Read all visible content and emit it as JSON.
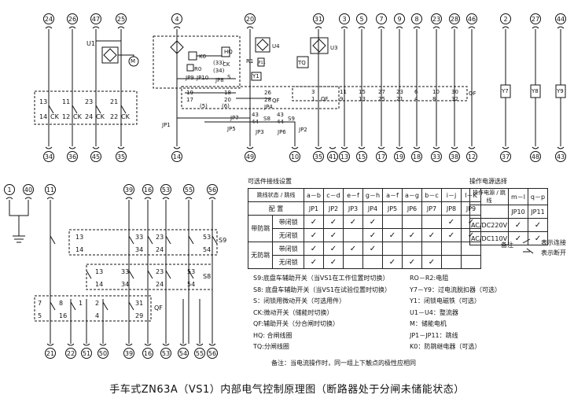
{
  "title": "手车式ZN63A（VS1）内部电气控制原理图（断路器处于分闸未储能状态）",
  "top_terminals": [
    "24",
    "26",
    "47",
    "25",
    "4",
    "20",
    "31",
    "3",
    "5",
    "7",
    "9",
    "8",
    "23",
    "28",
    "46",
    "2",
    "27",
    "44"
  ],
  "bottom_terminals_top_section": [
    "34",
    "36",
    "45",
    "35",
    "14",
    "49",
    "10",
    "35",
    "41",
    "13",
    "15",
    "17",
    "19",
    "18",
    "33",
    "38",
    "12",
    "37",
    "48",
    "43"
  ],
  "top_section_labels": {
    "u1": "U1",
    "m": "M",
    "k0": "K0",
    "r0": "R0",
    "hq": "HQ",
    "ck_34": "CK",
    "s": "S",
    "n34": "(34)",
    "n33": "(33)",
    "jp9": "JP9",
    "jp10": "JP10",
    "jp8": "JP8",
    "r1": "R1",
    "jp11": "JP11",
    "u4": "U4",
    "y1": "Y1",
    "tq": "TQ",
    "u3": "U3",
    "y7": "Y7",
    "y8": "Y8",
    "y9": "Y9",
    "qf": "QF",
    "c13": "13",
    "c14": "14",
    "ck1": "CK",
    "c11": "11",
    "c12": "12",
    "ck2": "CK",
    "c23": "23",
    "c24": "24",
    "ck3": "CK",
    "c21": "21",
    "c22": "22",
    "ck4": "CK",
    "q19": "19",
    "q17": "17",
    "q18": "18",
    "q20": "20",
    "q26": "26",
    "q28": "28",
    "q5": "(5)",
    "q6": "(6)",
    "jp4": "JP4",
    "q43a": "43",
    "q44a": "44",
    "q43b": "43",
    "q44b": "44",
    "s8": "S8",
    "s9": "S9",
    "jp7": "JP7",
    "jp5": "JP5",
    "jp3": "JP3",
    "jp6": "JP6",
    "jp1": "JP1",
    "jp2": "JP2",
    "r3": "3",
    "r1n": "1",
    "r11": "11",
    "r9": "9",
    "r15": "15",
    "r13": "13",
    "r27": "27",
    "r25": "25",
    "r23": "23",
    "r21": "21",
    "r6": "6",
    "r4": "4",
    "r10": "10",
    "r8": "8",
    "r30": "30",
    "r32": "32",
    "qf2": "QF",
    "qf3": "QF"
  },
  "bottom_left_terminals_top": [
    "1",
    "40",
    "11",
    "39",
    "16",
    "53",
    "55",
    "56"
  ],
  "bottom_left_terminals_bottom": [
    "21",
    "22",
    "51",
    "50",
    "39",
    "16",
    "53",
    "54",
    "55",
    "56"
  ],
  "bottom_left_labels": {
    "s9": "S9",
    "s8": "S8",
    "qf": "QF",
    "a13": "13",
    "a14": "14",
    "a33": "33",
    "a34": "34",
    "a23": "23",
    "a24": "24",
    "a53": "53",
    "a54": "54",
    "b13": "13",
    "b14": "14",
    "b33": "33",
    "b34": "34",
    "b23": "23",
    "b24": "24",
    "b53": "53",
    "b54": "54",
    "c7": "7",
    "c5": "5",
    "c2": "2",
    "c4": "4",
    "c31": "31",
    "c29": "29",
    "c8": "8",
    "c16": "16",
    "c1": "1"
  },
  "config_table": {
    "heading": "可选件接线设置",
    "corner_top": "跳线",
    "corner_mid": "跳线状态",
    "corner_bottom": "配  置",
    "groups": [
      "a－b",
      "c－d",
      "e－f",
      "g－h",
      "a－f",
      "a－g",
      "b－c",
      "i－j",
      "l－K"
    ],
    "jumpers": [
      "JP1",
      "JP2",
      "JP3",
      "JP4",
      "JP5",
      "JP6",
      "JP7",
      "JP8",
      "JP9"
    ],
    "rows": [
      {
        "group": "带防跳",
        "config": "带闭锁",
        "marks": [
          "✓",
          "✓",
          "✓",
          "✓",
          "",
          "",
          "",
          "✓",
          "✓"
        ]
      },
      {
        "group": "带防跳",
        "config": "无闭锁",
        "marks": [
          "✓",
          "✓",
          "",
          "✓",
          "✓",
          "✓",
          "✓",
          "✓",
          "✓"
        ]
      },
      {
        "group": "无防跳",
        "config": "带闭锁",
        "marks": [
          "✓",
          "✓",
          "✓",
          "✓",
          "",
          "",
          "",
          "",
          ""
        ]
      },
      {
        "group": "无防跳",
        "config": "无闭锁",
        "marks": [
          "✓",
          "✓",
          "",
          "",
          "✓",
          "✓",
          "✓",
          "",
          ""
        ]
      }
    ]
  },
  "power_table": {
    "heading": "操作电源选择",
    "corner_top": "跳线",
    "corner_bottom": "操作电源",
    "groups": [
      "m－l",
      "q－p"
    ],
    "jumpers": [
      "JP10",
      "JP11"
    ],
    "rows": [
      {
        "label": "AC/DC220V",
        "marks": [
          "✓",
          "✓"
        ]
      },
      {
        "label": "AC/DC110V",
        "marks": [
          "✓",
          "✓"
        ]
      }
    ]
  },
  "notes_legend": {
    "label": "备注",
    "connect": "表示连接",
    "disconnect": "表示断开"
  },
  "legend_left": [
    "S9:底盘车辅助开关（当VS1在工作位置时切换）",
    "S8: 底盘车辅助开关（当VS1在试验位置时切换）",
    "S：闭锁用微动开关（可选用件）",
    "CK:微动开关（储能时切换）",
    "QF:辅助开关（分合闸时切换）",
    "HQ: 合闸线圈",
    "TQ:分闸线圈"
  ],
  "legend_right": [
    "RO－R2:电阻",
    "Y7－Y9：过电流脱扣器（可选）",
    "Y1：闭锁电磁铁（可选）",
    "U1－U4：整流器",
    "M：储能电机",
    "JP1－JP11：跳线",
    "K0：防跳继电器（可选）"
  ],
  "footnote": "备注：当电流操作时，同一组上下触点的极性应相同"
}
